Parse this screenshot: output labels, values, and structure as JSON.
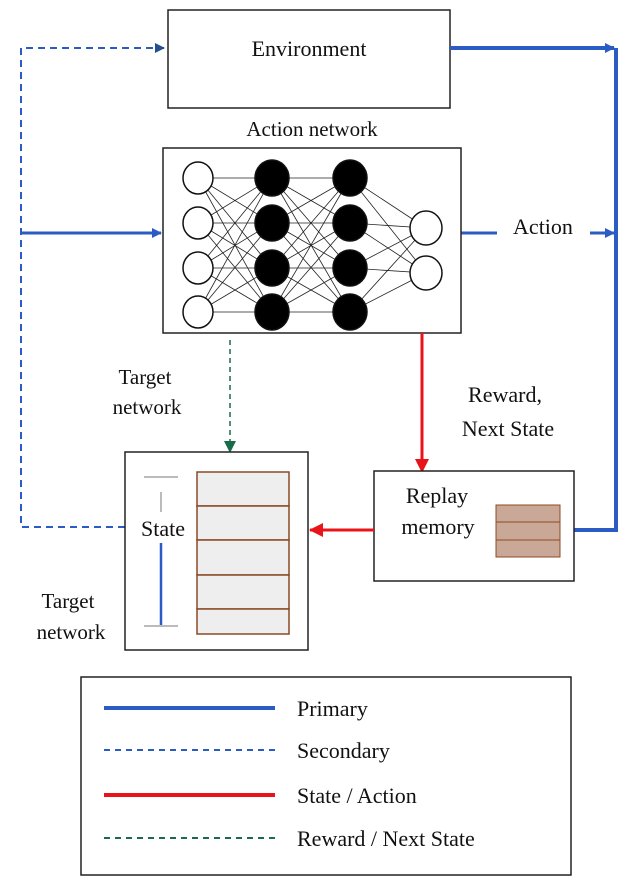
{
  "nodes": {
    "environment": "Environment",
    "action_network_title": "Action network",
    "replay_line1": "Replay",
    "replay_line2": "memory",
    "state": "State",
    "target_network_label_upper": [
      "Target",
      "network"
    ],
    "target_network_label_lower": [
      "Target",
      "network"
    ]
  },
  "edges": {
    "action": "Action",
    "reward_line1": "Reward,",
    "reward_line2": "Next State"
  },
  "network": {
    "layers": [
      4,
      4,
      4,
      2
    ],
    "layer_fill": [
      "white",
      "black",
      "black",
      "white"
    ]
  },
  "colors": {
    "primary": "#2a5cc4",
    "secondary": "#2a5cc4",
    "state_action": "#e8141a",
    "reward_next_state": "#1a6b4a",
    "memory_cell": "#c9a898",
    "stack_border": "#8a4a25",
    "stack_cell": "#eeeeee"
  },
  "legend": {
    "items": [
      {
        "label": "Primary",
        "style": "solid",
        "color": "#2a5cc4"
      },
      {
        "label": "Secondary",
        "style": "dashed",
        "color": "#2a5cc4"
      },
      {
        "label": "State / Action",
        "style": "solid",
        "color": "#e8141a"
      },
      {
        "label": "Reward / Next State",
        "style": "dashed",
        "color": "#1a6b4a"
      }
    ]
  }
}
